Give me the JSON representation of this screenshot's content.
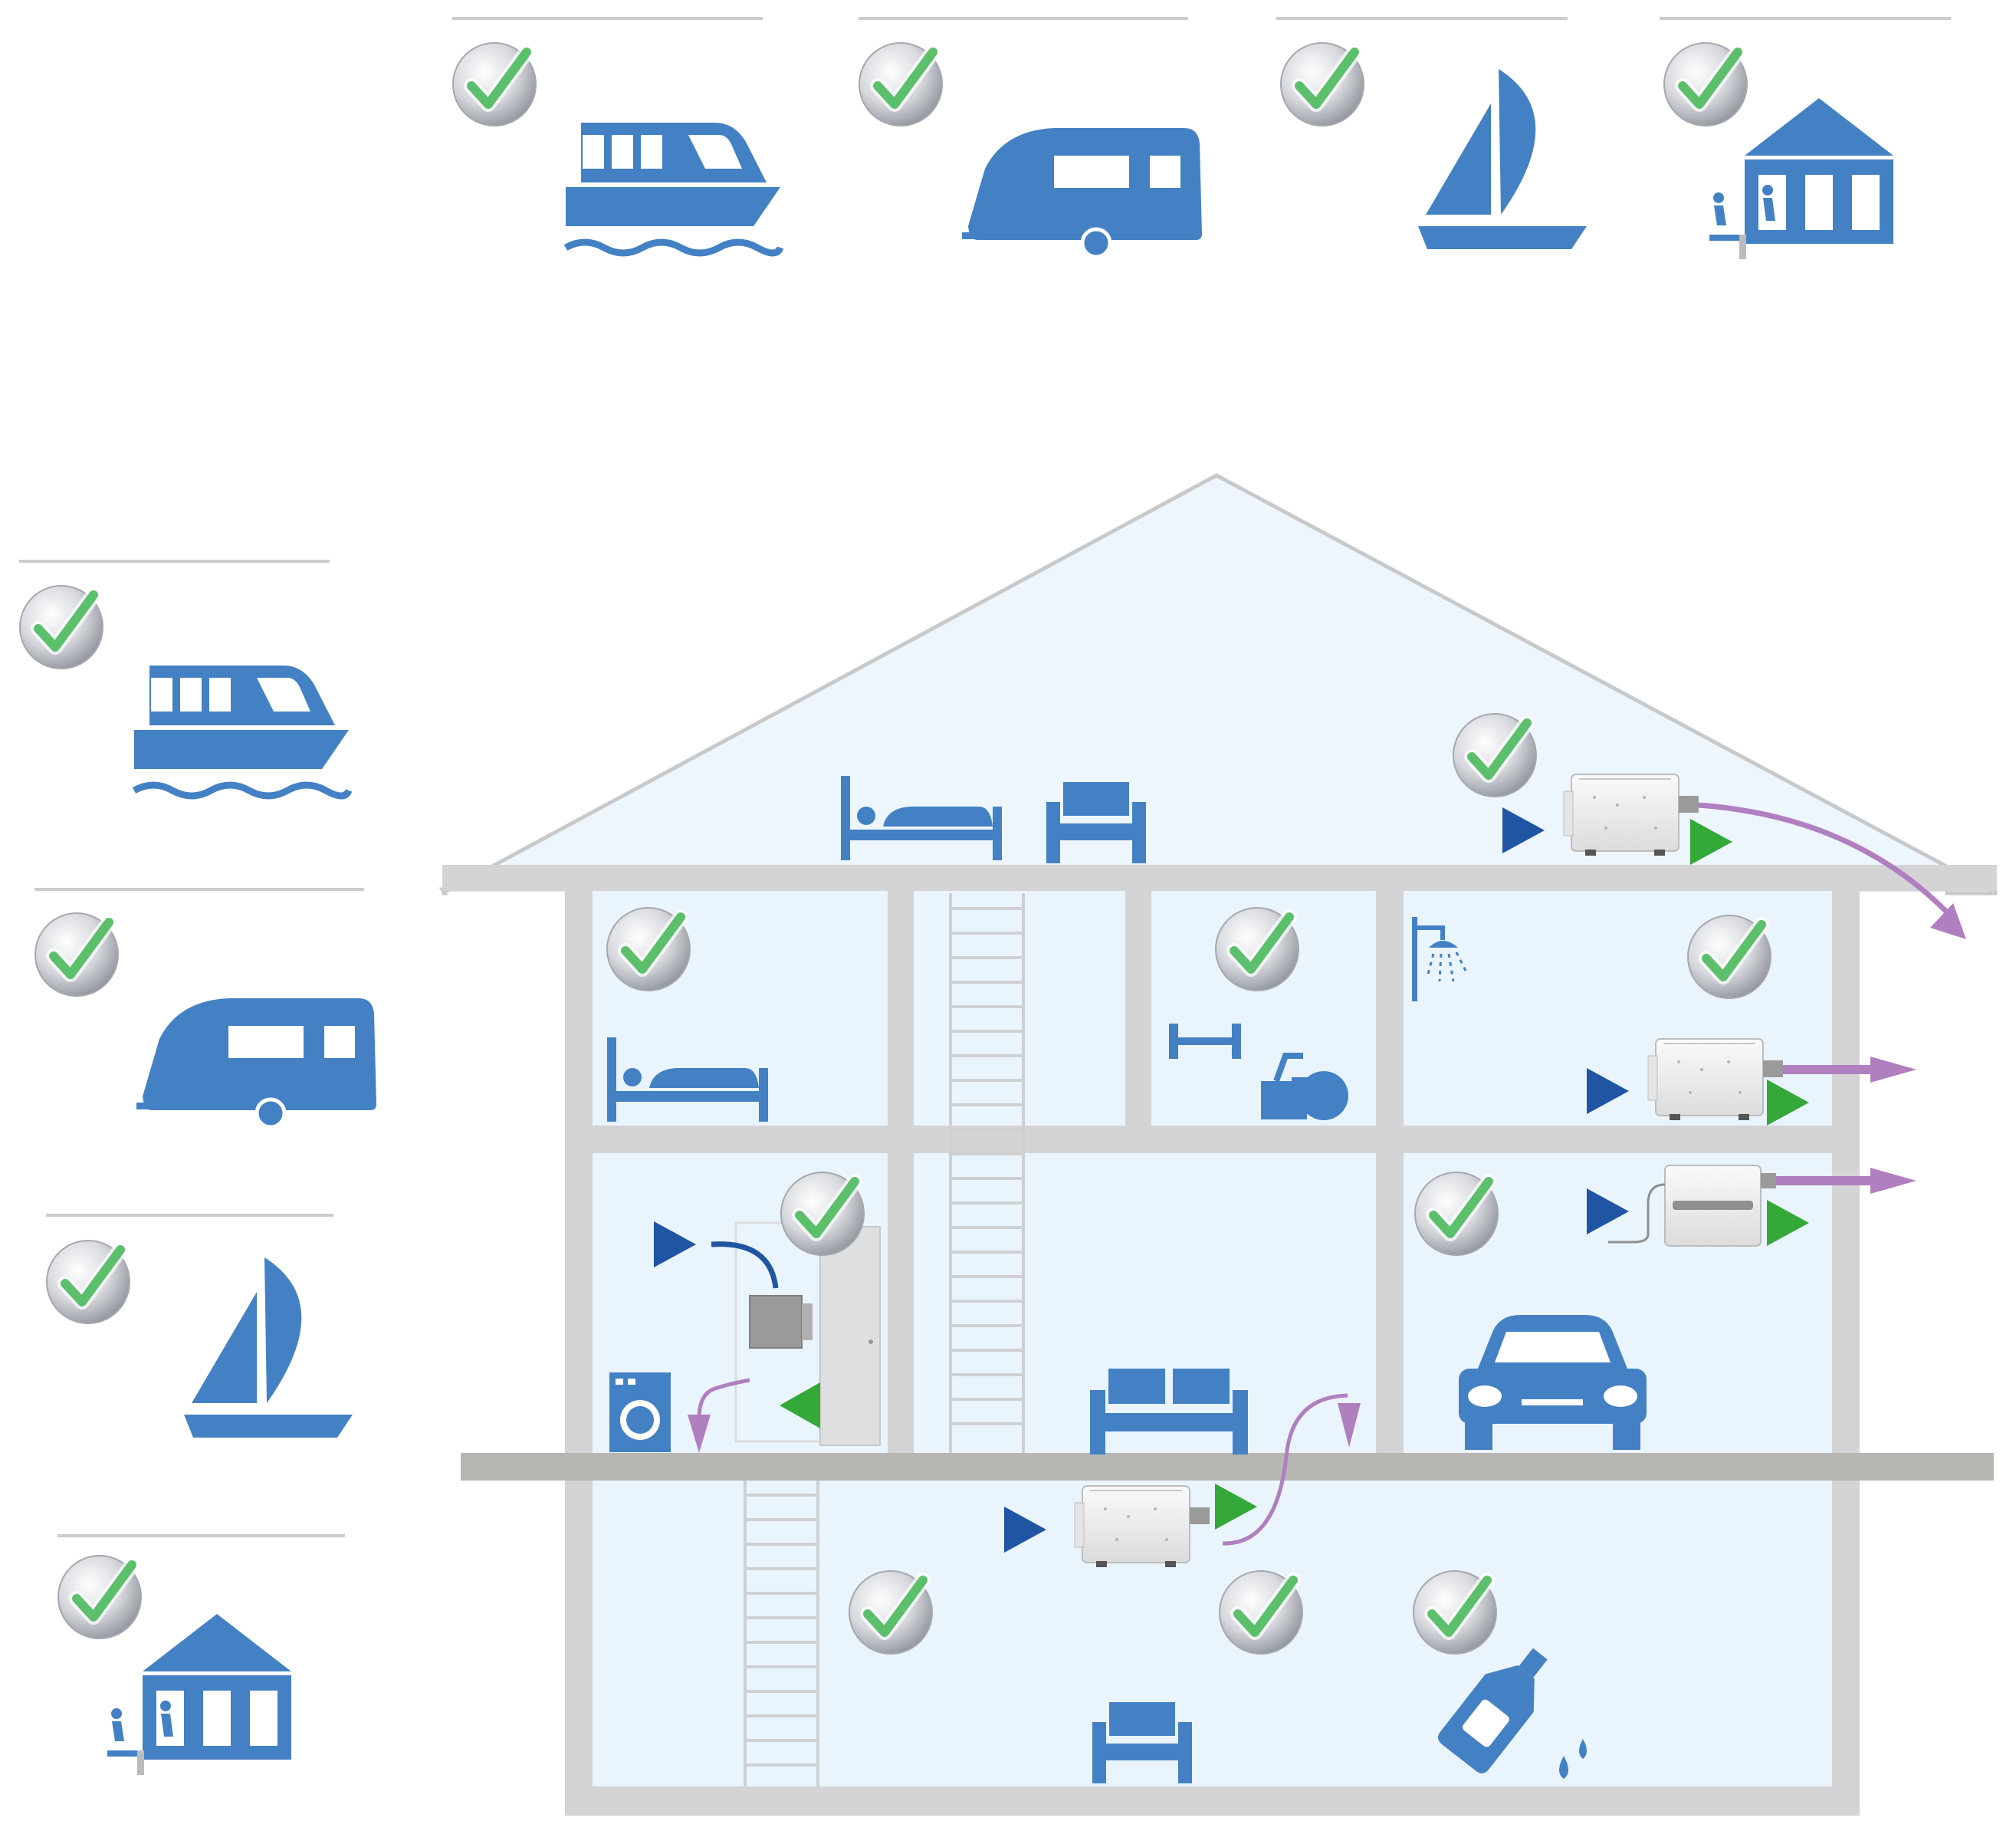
{
  "colors": {
    "icon_blue": "#4481c4",
    "dark_blue_arrow": "#1f55a2",
    "green_arrow": "#35a83a",
    "purple_duct": "#b07fc0",
    "wall_gray": "#d4d4d6",
    "floor_gray": "#b7b6b3",
    "check_green": "#5cbf6c",
    "interior_tint": "#eaf4fd"
  },
  "usage_icons": [
    {
      "name": "narrowboat",
      "icon": "boat-icon"
    },
    {
      "name": "caravan",
      "icon": "caravan-icon"
    },
    {
      "name": "sailboat",
      "icon": "sailboat-icon"
    },
    {
      "name": "holiday-home",
      "icon": "house-playground-icon"
    }
  ],
  "house": {
    "rooms": [
      "attic",
      "bedroom",
      "gym",
      "bathroom",
      "utility",
      "hall",
      "garage",
      "basement-left",
      "basement-center",
      "basement-right"
    ],
    "room_icons": [
      "bed-icon",
      "armchair-icon",
      "dumbbell-icon",
      "exercise-bike-icon",
      "shower-icon",
      "washing-machine-icon",
      "sofa-icon",
      "car-icon",
      "wine-bottle-icon"
    ],
    "equipment": [
      "dehumidifier-unit",
      "wall-dehumidifier",
      "ducting"
    ]
  }
}
